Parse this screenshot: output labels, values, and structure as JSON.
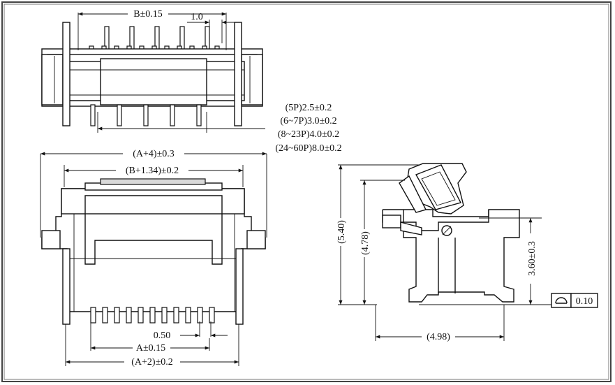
{
  "top_view": {
    "dim_b": "B±0.15",
    "dim_pitch": "1.0",
    "height_by_pins": [
      "(5P)2.5±0.2",
      "(6~7P)3.0±0.2",
      "(8~23P)4.0±0.2",
      "(24~60P)8.0±0.2"
    ]
  },
  "front_view": {
    "dim_a4": "(A+4)±0.3",
    "dim_b134": "(B+1.34)±0.2",
    "dim_pitch": "0.50",
    "dim_a": "A±0.15",
    "dim_a2": "(A+2)±0.2"
  },
  "side_view": {
    "dim_total_height": "(5.40)",
    "dim_height": "(4.78)",
    "dim_seat_height": "3.60±0.3",
    "dim_depth": "(4.98)",
    "flatness_symbol": "flatness-symbol",
    "flatness_value": "0.10"
  },
  "colors": {
    "line": "#111111",
    "frame": "#444444",
    "background": "#ffffff"
  }
}
